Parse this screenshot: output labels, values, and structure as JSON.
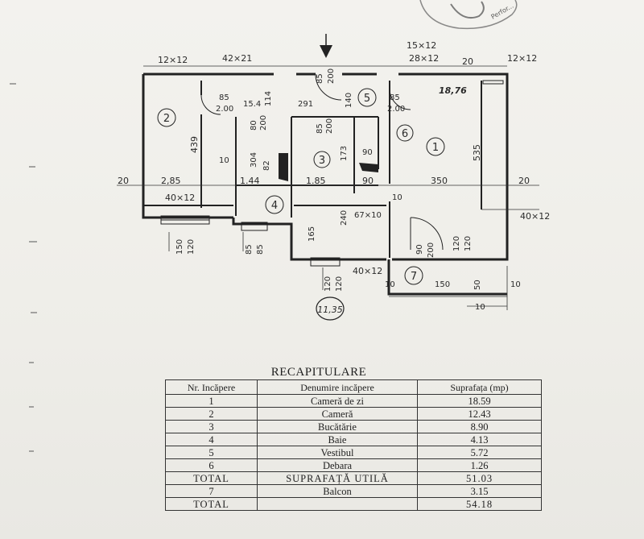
{
  "plan": {
    "dims": {
      "top_12x12": "12×12",
      "top_42x21": "42×21",
      "top_85": "85",
      "top_200": "200",
      "top_15x12": "15×12",
      "top_28x12": "28×12",
      "top_20": "20",
      "top_right_12x12": "12×12",
      "area_1876": "18,76",
      "d85a": "85",
      "d200a": "2.00",
      "d154": "15.4",
      "d114": "114",
      "d291": "291",
      "d140": "140",
      "d85b": "85",
      "d200b": "2.00",
      "d80": "80",
      "d200c": "200",
      "d85c": "85",
      "d200d": "200",
      "d439": "439",
      "d10a": "10",
      "d304": "304",
      "d82": "82",
      "d173": "173",
      "d90a": "90",
      "d535": "535",
      "left20": "20",
      "d285": "2,85",
      "d144": "1.44",
      "d185": "1.85",
      "d90b": "90",
      "d350": "350",
      "right20": "20",
      "d40x12a": "40×12",
      "d10b": "10",
      "d240": "240",
      "d67x10": "67×10",
      "d165": "165",
      "d40x12b": "40×12",
      "d90c": "90",
      "d200e": "200",
      "d120a": "120",
      "d120b": "120",
      "d150": "150",
      "d120c": "120",
      "d85d": "85",
      "d85e": "85",
      "d120d": "120",
      "d120e": "120",
      "d40x12c": "40×12",
      "d10c": "10",
      "d150b": "150",
      "d50": "50",
      "d10d": "10",
      "d10e": "10",
      "area_1135": "11,35"
    },
    "rooms": {
      "r1": "1",
      "r2": "2",
      "r3": "3",
      "r4": "4",
      "r5": "5",
      "r6": "6",
      "r7": "7"
    }
  },
  "recap": {
    "title": "RECAPITULARE",
    "headers": [
      "Nr. Incăpere",
      "Denumire incăpere",
      "Suprafața (mp)"
    ],
    "rows": [
      {
        "nr": "1",
        "name": "Cameră de zi",
        "area": "18.59"
      },
      {
        "nr": "2",
        "name": "Cameră",
        "area": "12.43"
      },
      {
        "nr": "3",
        "name": "Bucătărie",
        "area": "8.90"
      },
      {
        "nr": "4",
        "name": "Baie",
        "area": "4.13"
      },
      {
        "nr": "5",
        "name": "Vestibul",
        "area": "5.72"
      },
      {
        "nr": "6",
        "name": "Debara",
        "area": "1.26"
      }
    ],
    "subtotal": {
      "label": "TOTAL",
      "name": "SUPRAFAȚĂ UTILĂ",
      "area": "51.03"
    },
    "balcony": {
      "nr": "7",
      "name": "Balcon",
      "area": "3.15"
    },
    "total": {
      "label": "TOTAL",
      "area": "54.18"
    }
  }
}
